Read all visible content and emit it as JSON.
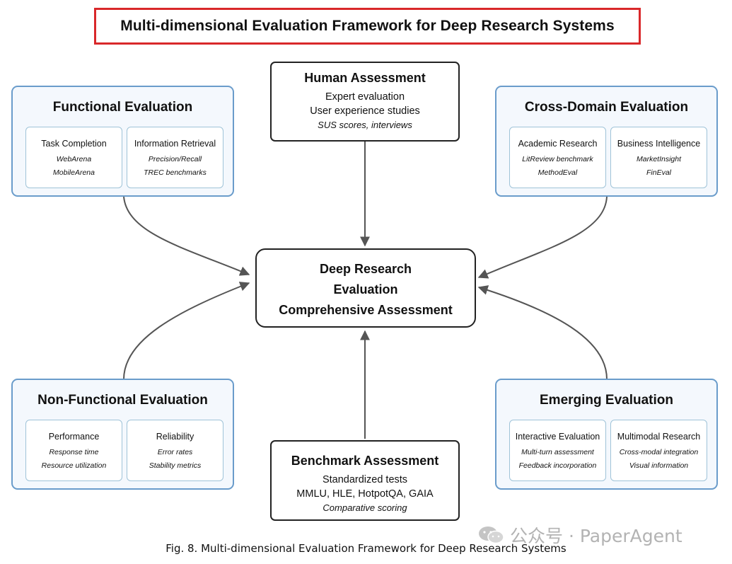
{
  "title": "Multi-dimensional Evaluation Framework for Deep Research Systems",
  "center": {
    "line1": "Deep Research",
    "line2": "Evaluation",
    "line3": "Comprehensive Assessment"
  },
  "functional": {
    "title": "Functional Evaluation",
    "cards": [
      {
        "title": "Task Completion",
        "items": [
          "WebArena",
          "MobileArena"
        ]
      },
      {
        "title": "Information Retrieval",
        "items": [
          "Precision/Recall",
          "TREC benchmarks"
        ]
      }
    ]
  },
  "cross_domain": {
    "title": "Cross-Domain Evaluation",
    "cards": [
      {
        "title": "Academic Research",
        "items": [
          "LitReview benchmark",
          "MethodEval"
        ]
      },
      {
        "title": "Business Intelligence",
        "items": [
          "MarketInsight",
          "FinEval"
        ]
      }
    ]
  },
  "non_functional": {
    "title": "Non-Functional Evaluation",
    "cards": [
      {
        "title": "Performance",
        "items": [
          "Response time",
          "Resource utilization"
        ]
      },
      {
        "title": "Reliability",
        "items": [
          "Error rates",
          "Stability metrics"
        ]
      }
    ]
  },
  "emerging": {
    "title": "Emerging Evaluation",
    "cards": [
      {
        "title": "Interactive Evaluation",
        "items": [
          "Multi-turn assessment",
          "Feedback incorporation"
        ]
      },
      {
        "title": "Multimodal Research",
        "items": [
          "Cross-modal integration",
          "Visual information"
        ]
      }
    ]
  },
  "human": {
    "title": "Human Assessment",
    "lines": [
      "Expert evaluation",
      "User experience studies"
    ],
    "italic": "SUS scores, interviews"
  },
  "benchmark": {
    "title": "Benchmark Assessment",
    "lines": [
      "Standardized tests",
      "MMLU, HLE, HotpotQA, GAIA"
    ],
    "italic": "Comparative scoring"
  },
  "caption": "Fig. 8.  Multi-dimensional Evaluation Framework for Deep Research Systems",
  "watermark": "公众号 · PaperAgent",
  "colors": {
    "title_border": "#d9282a",
    "panel_border": "#6a9ccb",
    "card_border": "#9fc3d8",
    "edge": "#555555"
  }
}
